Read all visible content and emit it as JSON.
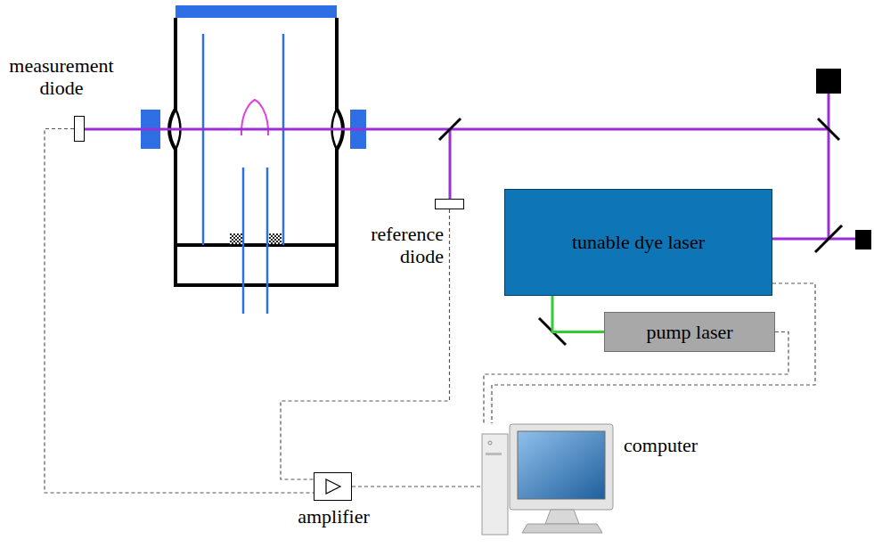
{
  "diagram": {
    "nodes": [
      {
        "text": [
          "measurement diode"
        ]
      },
      {
        "text": [
          "reference diode"
        ]
      },
      {
        "text": [
          "tunable dye laser"
        ]
      },
      {
        "text": [
          "pump laser"
        ]
      },
      {
        "text": [
          "computer"
        ]
      },
      {
        "text": [
          "amplifier"
        ]
      }
    ],
    "edges": [
      {
        "from": 0,
        "to": 5,
        "arrow": "none"
      },
      {
        "from": 1,
        "to": 5,
        "arrow": "none"
      },
      {
        "from": 5,
        "to": 4,
        "arrow": "none"
      },
      {
        "from": 2,
        "to": 4,
        "arrow": "none"
      },
      {
        "from": 3,
        "to": 4,
        "arrow": "none"
      },
      {
        "from": 3,
        "to": 2,
        "arrow": "none"
      }
    ]
  }
}
